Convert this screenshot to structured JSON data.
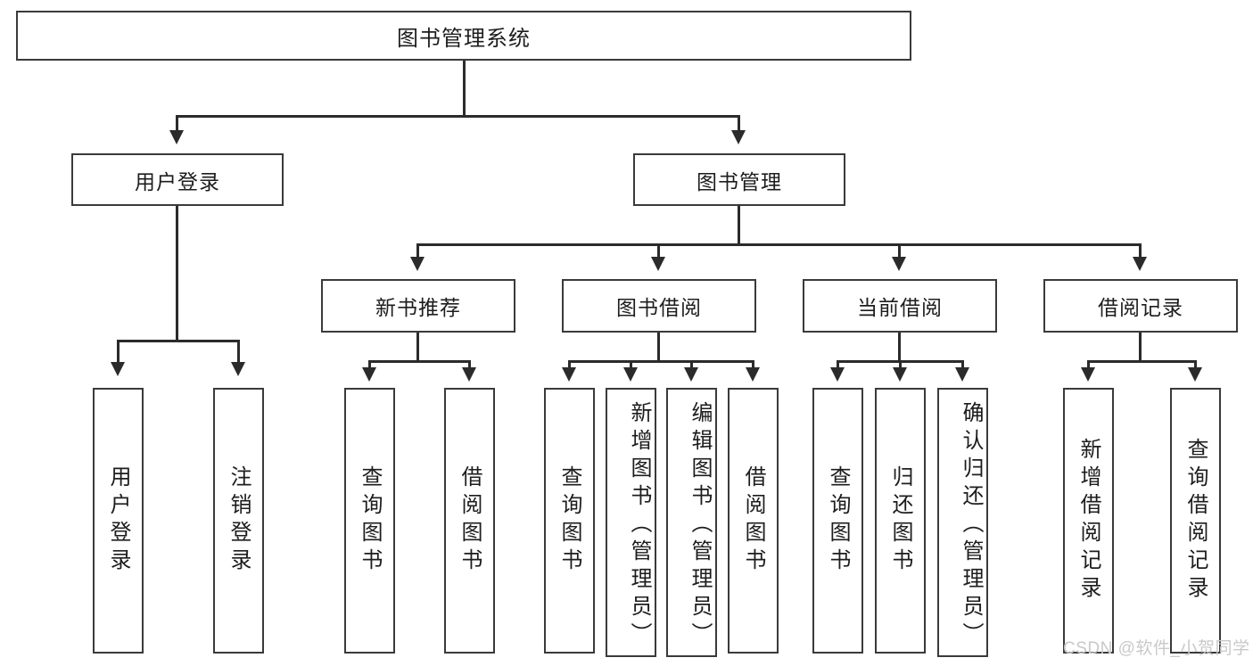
{
  "diagram": {
    "type": "tree-hierarchy",
    "title": "图书管理系统",
    "watermark": "CSDN @软件_小贺同学",
    "colors": {
      "box_border": "#3a3a3a",
      "connector": "#2b2b2b",
      "background": "#ffffff",
      "text": "#1d1d1d",
      "watermark": "#c9c9c9"
    },
    "root": {
      "label": "图书管理系统"
    },
    "level2": [
      {
        "label": "用户登录"
      },
      {
        "label": "图书管理"
      }
    ],
    "level3": [
      {
        "label": "新书推荐"
      },
      {
        "label": "图书借阅"
      },
      {
        "label": "当前借阅"
      },
      {
        "label": "借阅记录"
      }
    ],
    "leaves": {
      "user_login": [
        {
          "label": "用户登录"
        },
        {
          "label": "注销登录"
        }
      ],
      "new_book_recommend": [
        {
          "label": "查询图书"
        },
        {
          "label": "借阅图书"
        }
      ],
      "book_borrow": [
        {
          "label": "查询图书"
        },
        {
          "label": "新增图书（管理员）"
        },
        {
          "label": "编辑图书（管理员）"
        },
        {
          "label": "借阅图书"
        }
      ],
      "current_borrow": [
        {
          "label": "查询图书"
        },
        {
          "label": "归还图书"
        },
        {
          "label": "确认归还（管理员）"
        }
      ],
      "borrow_record": [
        {
          "label": "新增借阅记录"
        },
        {
          "label": "查询借阅记录"
        }
      ]
    }
  }
}
